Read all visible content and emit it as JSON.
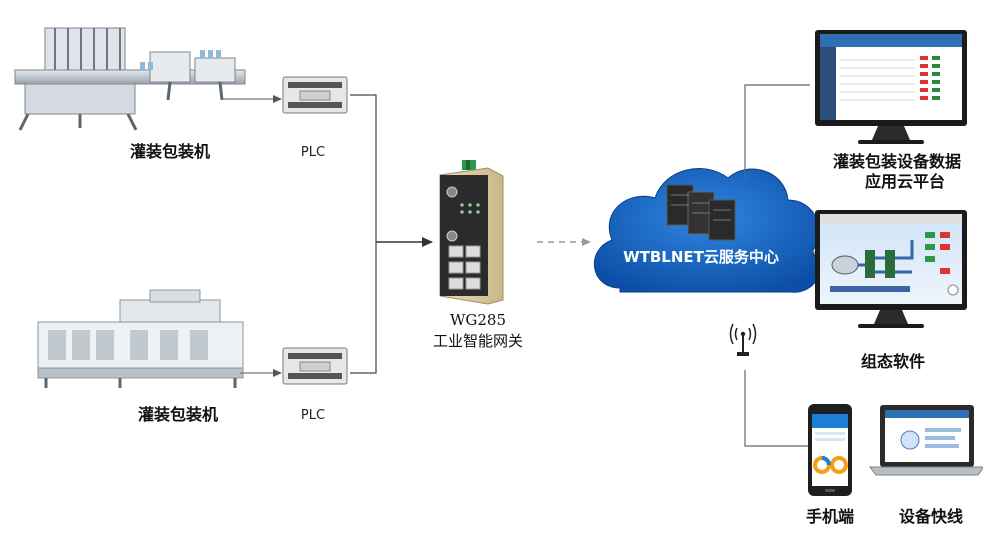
{
  "nodes": {
    "machine_top": {
      "label": "灌装包装机"
    },
    "plc_top": {
      "label": "PLC"
    },
    "machine_bottom": {
      "label": "灌装包装机"
    },
    "plc_bottom": {
      "label": "PLC"
    },
    "gateway": {
      "model": "WG285",
      "label": "工业智能网关"
    },
    "cloud": {
      "label": "WTBLNET云服务中心"
    },
    "app_platform": {
      "line1": "灌装包装设备数据",
      "line2": "应用云平台"
    },
    "scada": {
      "label": "组态软件"
    },
    "mobile": {
      "label": "手机端"
    },
    "laptop": {
      "label": "设备快线"
    }
  },
  "colors": {
    "cloud_blue": "#1565c0",
    "line_gray": "#555555",
    "monitor_black": "#1b1b1b",
    "gateway_gold": "#d8c9a0"
  }
}
